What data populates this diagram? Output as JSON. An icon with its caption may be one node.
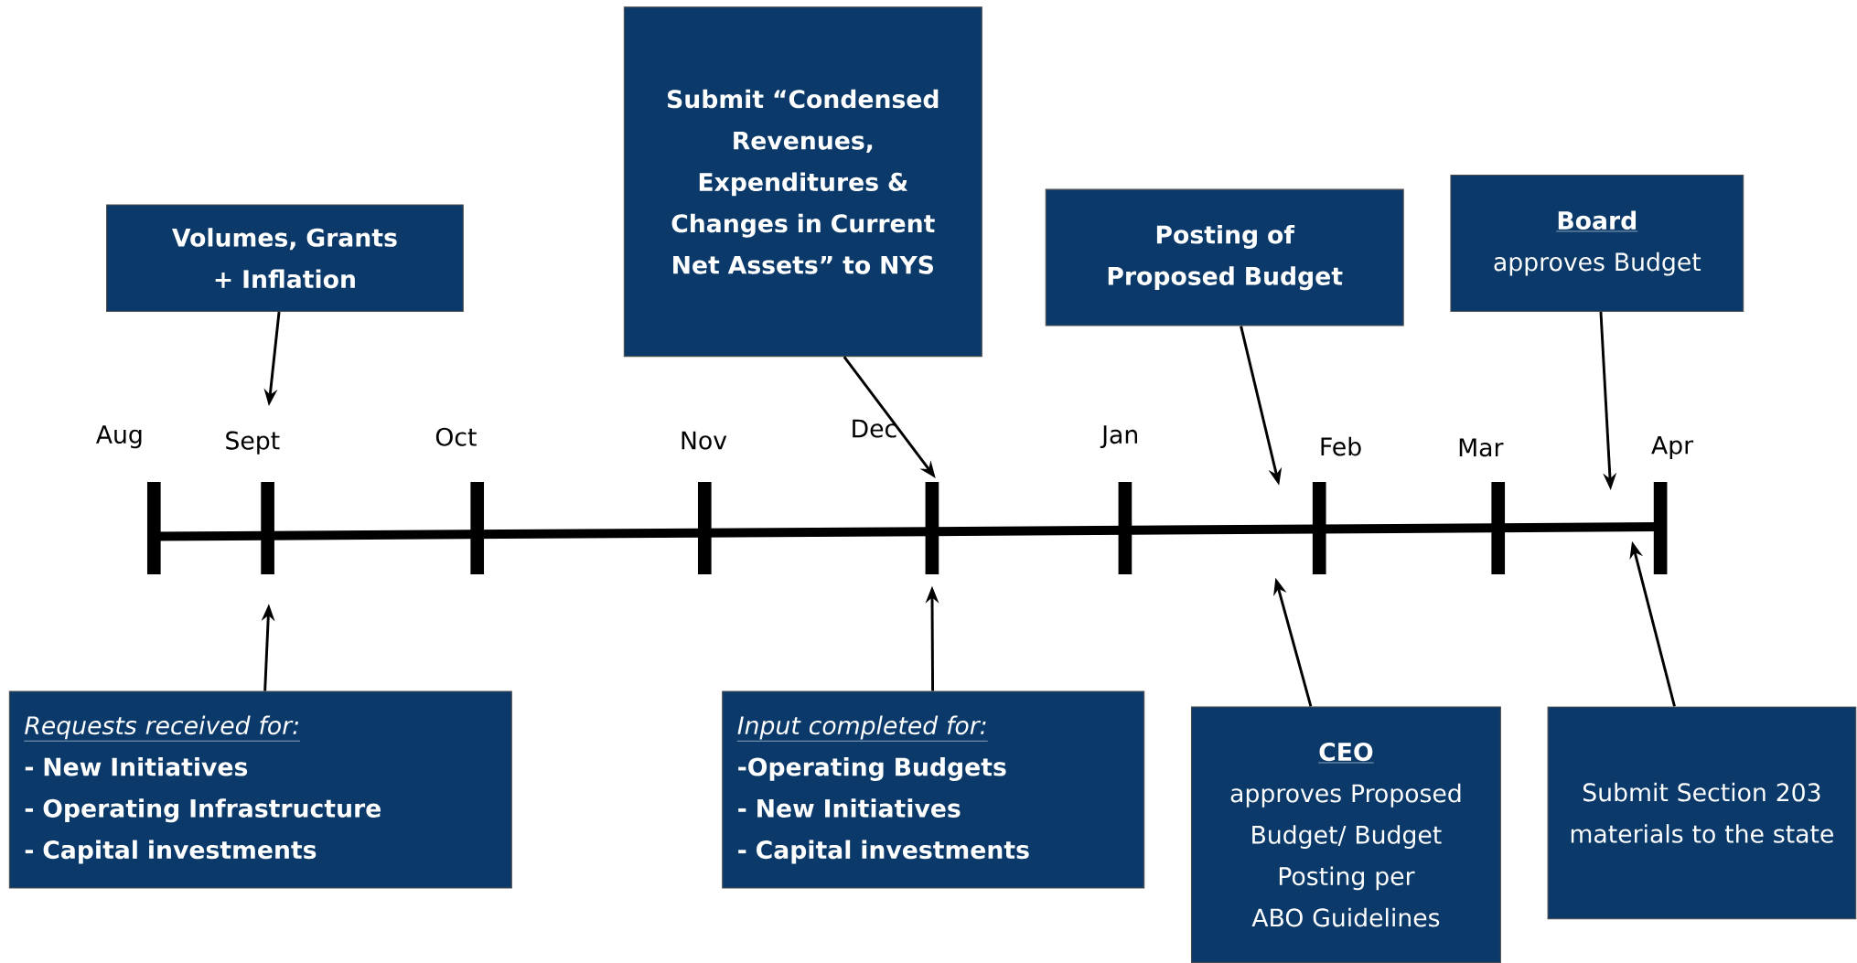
{
  "diagram": {
    "nodes": [
      {
        "text": [
          "Volumes, Grants + Inflation"
        ]
      },
      {
        "text": [
          "Submit “Condensed Revenues, Expenditures & Changes in Current Net Assets” to NYS"
        ]
      },
      {
        "text": [
          "Posting of Proposed Budget"
        ]
      },
      {
        "text": [
          "Board",
          "approves Budget"
        ]
      },
      {
        "text": [
          "Requests received for:",
          "- New Initiatives",
          "- Operating Infrastructure",
          "- Capital investments"
        ]
      },
      {
        "text": [
          "Input completed for:",
          "-Operating Budgets",
          "- New Initiatives",
          "- Capital investments"
        ]
      },
      {
        "text": [
          "CEO",
          "approves Proposed Budget/ Budget Posting per ABO Guidelines"
        ]
      },
      {
        "text": [
          "Submit Section 203 materials to the state"
        ]
      }
    ],
    "edges": [
      {
        "from": 0,
        "to": null,
        "arrow": "to"
      },
      {
        "from": 1,
        "to": null,
        "arrow": "to"
      },
      {
        "from": 2,
        "to": null,
        "arrow": "to"
      },
      {
        "from": 3,
        "to": null,
        "arrow": "to"
      },
      {
        "from": 4,
        "to": null,
        "arrow": "to"
      },
      {
        "from": 5,
        "to": null,
        "arrow": "to"
      },
      {
        "from": 6,
        "to": null,
        "arrow": "to"
      },
      {
        "from": 7,
        "to": null,
        "arrow": "to"
      }
    ],
    "labels": [
      "Aug",
      "Sept",
      "Oct",
      "Nov",
      "Dec",
      "Jan",
      "Feb",
      "Mar",
      "Apr"
    ]
  }
}
